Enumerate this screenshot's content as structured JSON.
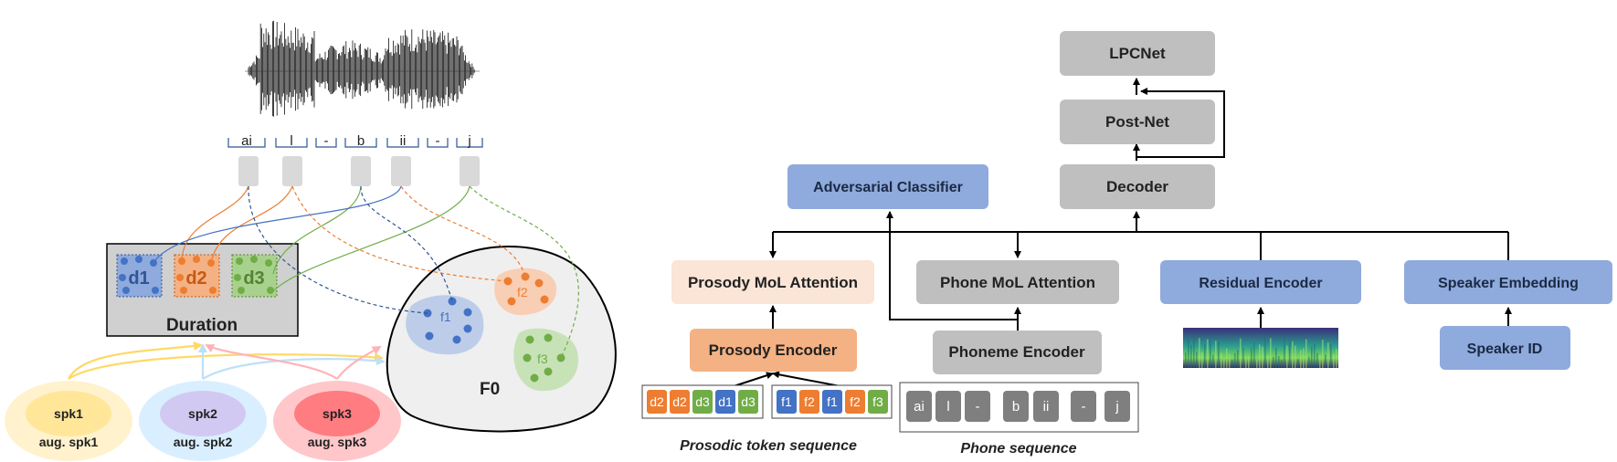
{
  "left_panel": {
    "phoneme_labels": [
      "ai",
      "l",
      "-",
      "b",
      "ii",
      "-",
      "j"
    ],
    "duration": {
      "label": "Duration",
      "clusters": [
        {
          "label": "d1",
          "color": "#4472c4"
        },
        {
          "label": "d2",
          "color": "#ed7d31"
        },
        {
          "label": "d3",
          "color": "#70ad47"
        }
      ]
    },
    "f0": {
      "label": "F0",
      "clusters": [
        {
          "label": "f1",
          "color": "#4472c4"
        },
        {
          "label": "f2",
          "color": "#ed7d31"
        },
        {
          "label": "f3",
          "color": "#70ad47"
        }
      ]
    },
    "speakers": [
      {
        "name": "spk1",
        "aug": "aug. spk1",
        "inner": "#ffe699",
        "outer": "#fff2cc"
      },
      {
        "name": "spk2",
        "aug": "aug. spk2",
        "inner": "#d2c9f2",
        "outer": "#d9efff"
      },
      {
        "name": "spk3",
        "aug": "aug. spk3",
        "inner": "#ff7c80",
        "outer": "#ffc7c9"
      }
    ]
  },
  "right_panel": {
    "blocks": {
      "lpcnet": "LPCNet",
      "postnet": "Post-Net",
      "decoder": "Decoder",
      "adversarial": "Adversarial Classifier",
      "prosody_attention": "Prosody MoL Attention",
      "phone_attention": "Phone MoL Attention",
      "residual_encoder": "Residual Encoder",
      "speaker_embedding": "Speaker Embedding",
      "prosody_encoder": "Prosody Encoder",
      "phoneme_encoder": "Phoneme Encoder",
      "speaker_id": "Speaker ID"
    },
    "duration_tokens": [
      "d2",
      "d2",
      "d3",
      "d1",
      "d3"
    ],
    "f0_tokens": [
      "f1",
      "f2",
      "f1",
      "f2",
      "f3"
    ],
    "phone_tokens": [
      "ai",
      "l",
      "-",
      "b",
      "ii",
      "-",
      "j"
    ],
    "prosodic_caption": "Prosodic token sequence",
    "phone_caption": "Phone sequence"
  },
  "colors": {
    "gray_block": "#bfbfbf",
    "blue_block": "#8faadc",
    "orange_block": "#f4b183",
    "light_orange_block": "#fbe5d6",
    "token_gray": "#7f7f7f",
    "duration_box": "#d0d0d0",
    "f0_region": "#efefef"
  }
}
